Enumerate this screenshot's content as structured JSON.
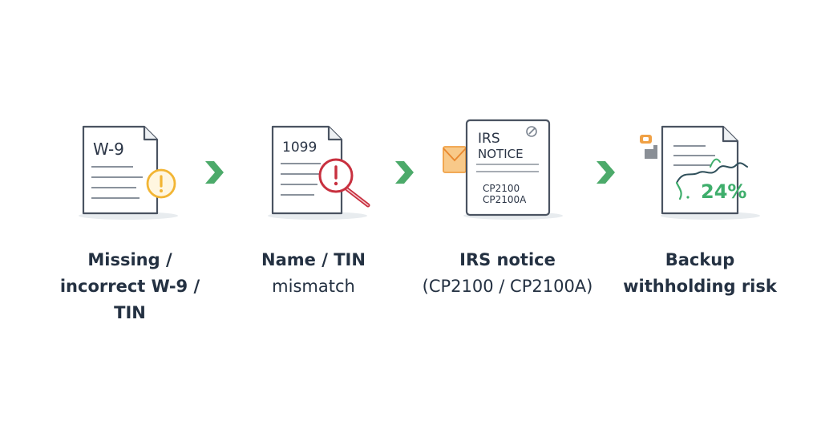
{
  "steps": [
    {
      "doc_label": "W-9",
      "title": "Missing /",
      "subtitle": "incorrect W-9 /\nTIN"
    },
    {
      "doc_label": "1099",
      "title": "Name / TIN",
      "subtitle": "mismatch"
    },
    {
      "doc_label_line1": "IRS",
      "doc_label_line2": "NOTICE",
      "doc_code_1": "CP2100",
      "doc_code_2": "CP2100A",
      "title": "IRS notice",
      "subtitle": "(CP2100 / CP2100A)"
    },
    {
      "badge": "24%",
      "title": "Backup",
      "subtitle": "withholding risk"
    }
  ],
  "colors": {
    "text": "#243142",
    "arrow": "#4caa6a",
    "warning": "#f2b534",
    "alert": "#c8303f",
    "envelope": "#f0a145",
    "accent_green": "#3fae6c"
  },
  "icons": [
    "document-icon",
    "warning-icon",
    "magnifier-alert-icon",
    "envelope-icon",
    "chevron-right-icon",
    "chart-risk-icon"
  ]
}
